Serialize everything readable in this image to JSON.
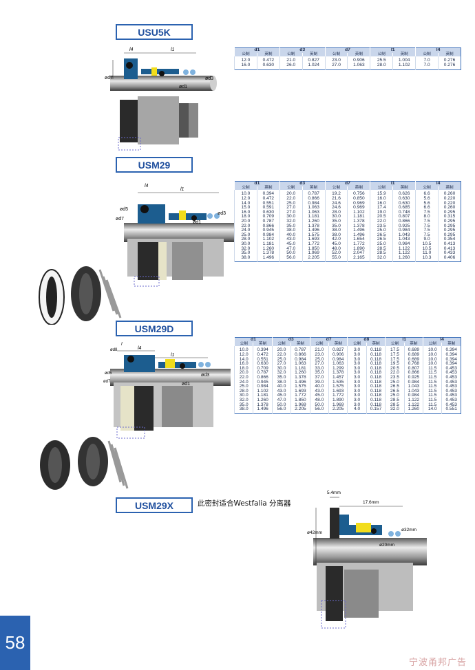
{
  "products": [
    {
      "model": "USU5K",
      "dim_labels": {
        "d7": "ød7",
        "d1": "ød1",
        "d3": "ød3",
        "l4": "l4",
        "l1": "l1"
      },
      "table": {
        "columns": [
          "d1",
          "d3",
          "d7",
          "l1",
          "l4"
        ],
        "sub_metric": "公制",
        "sub_imperial": "英制",
        "rows": [
          [
            "12.0",
            "0.472",
            "21.0",
            "0.827",
            "23.0",
            "0.906",
            "25.5",
            "1.004",
            "7.0",
            "0.276"
          ],
          [
            "16.0",
            "0.630",
            "26.0",
            "1.024",
            "27.0",
            "1.063",
            "28.0",
            "1.102",
            "7.0",
            "0.276"
          ]
        ]
      }
    },
    {
      "model": "USM29",
      "dim_labels": {
        "d7": "ød7",
        "d5": "ød5",
        "d1": "ød1",
        "d3": "ød3",
        "l4": "l4",
        "l1": "l1"
      },
      "table": {
        "columns": [
          "d1",
          "d3",
          "d7",
          "l1",
          "l4"
        ],
        "sub_metric": "公制",
        "sub_imperial": "英制",
        "rows": [
          [
            "10.0",
            "0.394",
            "20.0",
            "0.787",
            "19.2",
            "0.756",
            "15.9",
            "0.626",
            "6.6",
            "0.260"
          ],
          [
            "12.0",
            "0.472",
            "22.0",
            "0.866",
            "21.6",
            "0.850",
            "16.0",
            "0.630",
            "5.6",
            "0.220"
          ],
          [
            "14.0",
            "0.551",
            "25.0",
            "0.984",
            "24.6",
            "0.969",
            "16.0",
            "0.630",
            "5.6",
            "0.220"
          ],
          [
            "15.0",
            "0.591",
            "27.0",
            "1.063",
            "24.6",
            "0.969",
            "17.4",
            "0.685",
            "6.6",
            "0.260"
          ],
          [
            "16.0",
            "0.630",
            "27.0",
            "1.063",
            "28.0",
            "1.102",
            "19.0",
            "0.748",
            "7.5",
            "0.295"
          ],
          [
            "18.0",
            "0.709",
            "30.0",
            "1.181",
            "30.0",
            "1.181",
            "20.5",
            "0.807",
            "8.0",
            "0.315"
          ],
          [
            "20.0",
            "0.787",
            "32.0",
            "1.260",
            "35.0",
            "1.378",
            "22.0",
            "0.866",
            "7.5",
            "0.295"
          ],
          [
            "22.0",
            "0.866",
            "35.0",
            "1.378",
            "35.0",
            "1.378",
            "23.5",
            "0.925",
            "7.5",
            "0.295"
          ],
          [
            "24.0",
            "0.945",
            "38.0",
            "1.496",
            "38.0",
            "1.496",
            "25.0",
            "0.984",
            "7.5",
            "0.295"
          ],
          [
            "25.0",
            "0.984",
            "40.0",
            "1.575",
            "38.0",
            "1.496",
            "26.5",
            "1.043",
            "7.5",
            "0.295"
          ],
          [
            "28.0",
            "1.102",
            "43.0",
            "1.693",
            "42.0",
            "1.654",
            "26.5",
            "1.043",
            "9.0",
            "0.354"
          ],
          [
            "30.0",
            "1.181",
            "45.0",
            "1.772",
            "45.0",
            "1.772",
            "25.0",
            "0.984",
            "10.5",
            "0.413"
          ],
          [
            "32.0",
            "1.260",
            "47.0",
            "1.850",
            "48.0",
            "1.890",
            "28.5",
            "1.122",
            "10.5",
            "0.413"
          ],
          [
            "35.0",
            "1.378",
            "50.0",
            "1.969",
            "52.0",
            "2.047",
            "28.5",
            "1.122",
            "11.0",
            "0.433"
          ],
          [
            "38.0",
            "1.496",
            "56.0",
            "2.205",
            "55.0",
            "2.165",
            "32.0",
            "1.260",
            "10.3",
            "0.406"
          ]
        ]
      }
    },
    {
      "model": "USM29D",
      "dim_labels": {
        "d8": "ød8",
        "d5": "ød5",
        "d7": "ød7",
        "d1": "ød1",
        "d3": "ød3",
        "l4": "l4",
        "l1": "l1",
        "f": "f"
      },
      "table": {
        "columns": [
          "d1",
          "d3",
          "d7",
          "d8",
          "l1",
          "l4"
        ],
        "sub_metric": "公制",
        "sub_imperial": "英制",
        "rows": [
          [
            "10.0",
            "0.394",
            "20.0",
            "0.787",
            "21.0",
            "0.827",
            "3.0",
            "0.118",
            "17.5",
            "0.689",
            "10.0",
            "0.394"
          ],
          [
            "12.0",
            "0.472",
            "22.0",
            "0.866",
            "23.0",
            "0.906",
            "3.0",
            "0.118",
            "17.5",
            "0.689",
            "10.0",
            "0.394"
          ],
          [
            "14.0",
            "0.551",
            "25.0",
            "0.984",
            "25.0",
            "0.984",
            "3.0",
            "0.118",
            "17.5",
            "0.689",
            "10.0",
            "0.394"
          ],
          [
            "16.0",
            "0.630",
            "27.0",
            "1.063",
            "27.0",
            "1.063",
            "3.0",
            "0.118",
            "19.5",
            "0.768",
            "10.0",
            "0.394"
          ],
          [
            "18.0",
            "0.709",
            "30.0",
            "1.181",
            "33.0",
            "1.299",
            "3.0",
            "0.118",
            "20.5",
            "0.807",
            "11.5",
            "0.453"
          ],
          [
            "20.0",
            "0.787",
            "32.0",
            "1.260",
            "35.0",
            "1.378",
            "3.0",
            "0.118",
            "22.0",
            "0.866",
            "11.5",
            "0.453"
          ],
          [
            "22.0",
            "0.866",
            "35.0",
            "1.378",
            "37.0",
            "1.457",
            "3.0",
            "0.118",
            "23.5",
            "0.925",
            "11.5",
            "0.453"
          ],
          [
            "24.0",
            "0.945",
            "38.0",
            "1.496",
            "39.0",
            "1.535",
            "3.0",
            "0.118",
            "25.0",
            "0.984",
            "11.5",
            "0.453"
          ],
          [
            "25.0",
            "0.984",
            "40.0",
            "1.575",
            "40.0",
            "1.575",
            "3.0",
            "0.118",
            "26.5",
            "1.043",
            "11.5",
            "0.453"
          ],
          [
            "28.0",
            "1.102",
            "43.0",
            "1.693",
            "43.0",
            "1.693",
            "3.0",
            "0.118",
            "26.5",
            "1.043",
            "11.5",
            "0.453"
          ],
          [
            "30.0",
            "1.181",
            "45.0",
            "1.772",
            "45.0",
            "1.772",
            "3.0",
            "0.118",
            "25.0",
            "0.984",
            "11.5",
            "0.453"
          ],
          [
            "32.0",
            "1.260",
            "47.0",
            "1.850",
            "48.0",
            "1.890",
            "3.0",
            "0.118",
            "28.5",
            "1.122",
            "11.5",
            "0.453"
          ],
          [
            "35.0",
            "1.378",
            "50.0",
            "1.969",
            "50.0",
            "1.969",
            "3.0",
            "0.118",
            "28.5",
            "1.122",
            "11.5",
            "0.453"
          ],
          [
            "38.0",
            "1.496",
            "56.0",
            "2.205",
            "56.0",
            "2.205",
            "4.0",
            "0.157",
            "32.0",
            "1.260",
            "14.0",
            "0.551"
          ]
        ]
      }
    },
    {
      "model": "USM29X",
      "note": "此密封适合Westfalia 分离器",
      "dim_labels": {
        "w": "5.4mm",
        "l": "17.6mm",
        "d42": "ø42mm",
        "d32": "ø32mm",
        "d20": "ø20mm"
      }
    }
  ],
  "page_number": "58",
  "watermark": "宁波甬邦广告",
  "colors": {
    "accent": "#2b62b0",
    "table_header": "#c9d6eb",
    "seal_blue": "#1c5d8f",
    "seal_yellow": "#f2dd1c"
  }
}
